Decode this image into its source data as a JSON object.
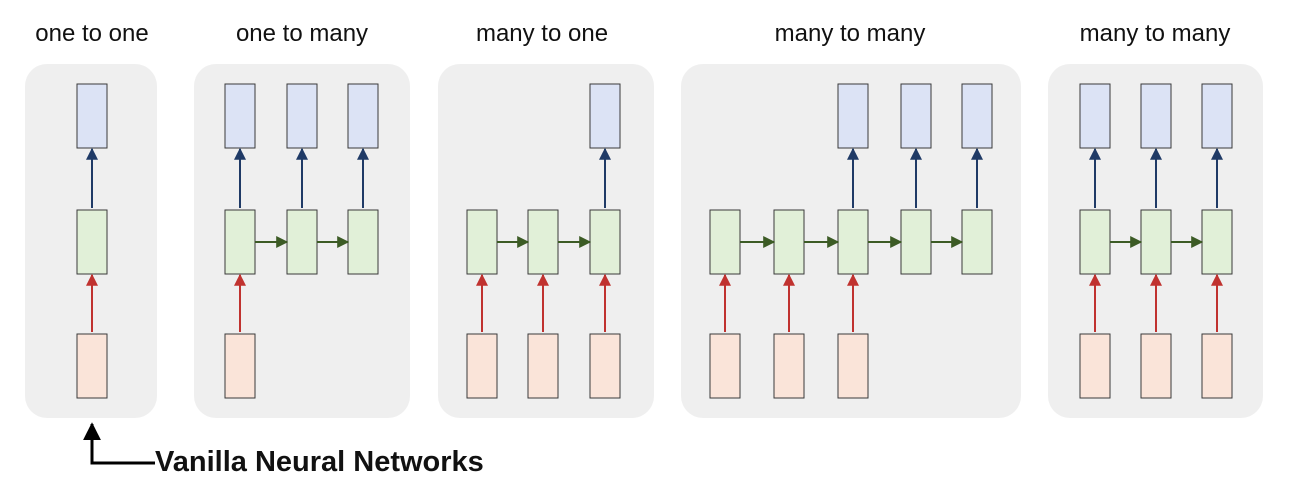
{
  "panels": [
    {
      "title": "one to one"
    },
    {
      "title": "one to many"
    },
    {
      "title": "many to one"
    },
    {
      "title": "many to many"
    },
    {
      "title": "many to many"
    }
  ],
  "footer": {
    "label": "Vanilla Neural Networks"
  },
  "colors": {
    "panel_bg": "#efefef",
    "output_fill": "#dce3f5",
    "hidden_fill": "#e1f0d8",
    "input_fill": "#fae4d9",
    "box_stroke": "#3a3a3a",
    "input_arrow": "#c0322f",
    "output_arrow": "#1f3a66",
    "recurrent_arrow": "#3c5b25",
    "footer_arrow": "#000000"
  }
}
